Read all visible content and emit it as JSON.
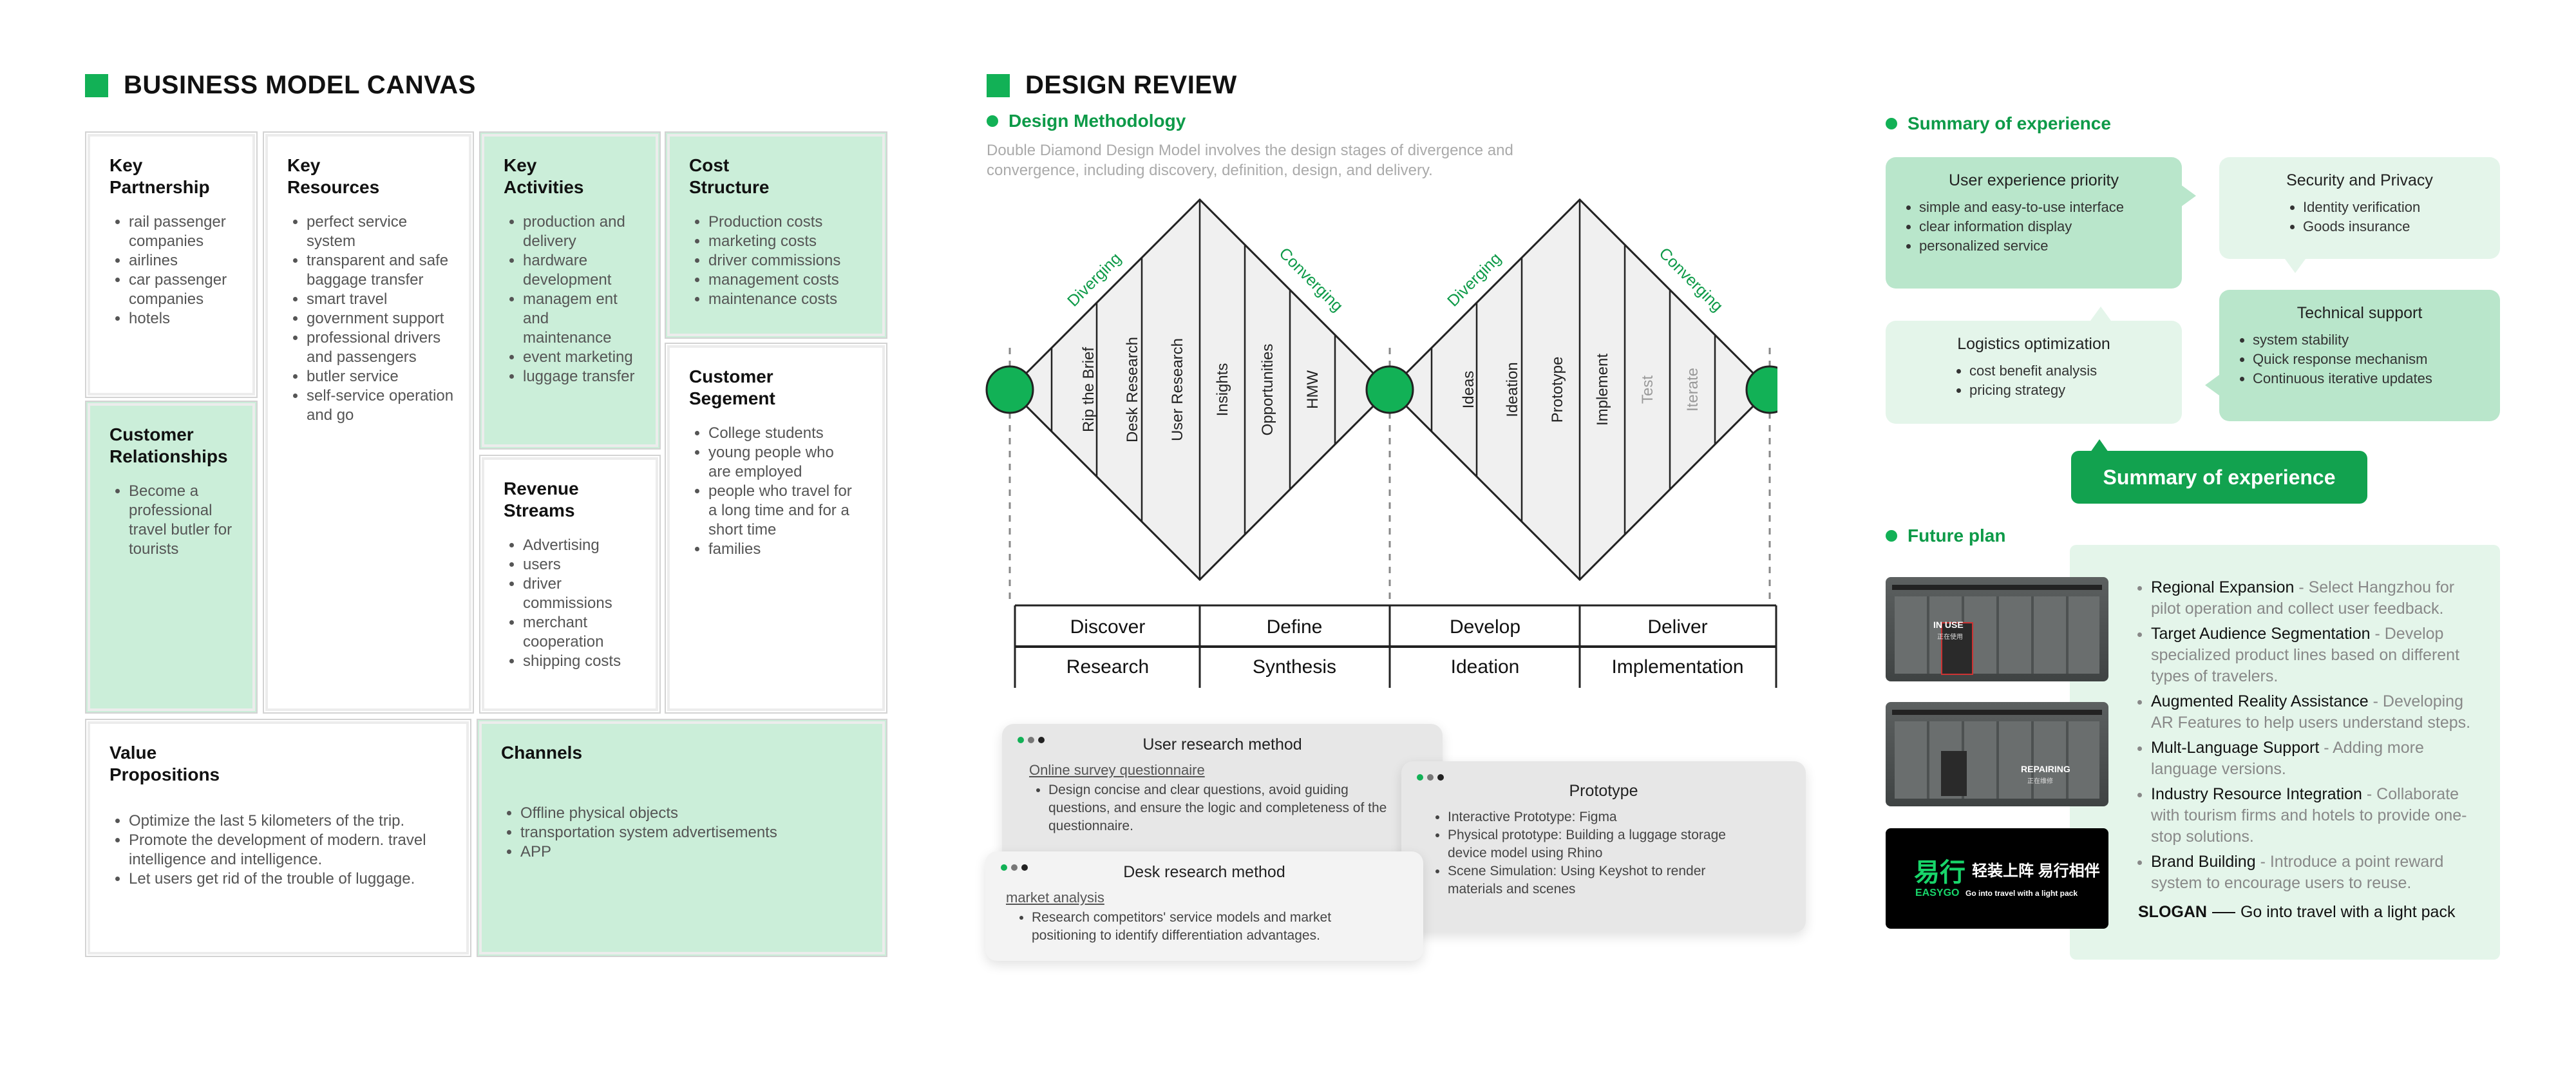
{
  "bmc": {
    "title": "BUSINESS MODEL CANVAS",
    "key_partnership": {
      "title": "Key Partnership",
      "items": [
        "rail passenger companies",
        "airlines",
        "car passenger companies",
        "hotels"
      ]
    },
    "key_resources": {
      "title": "Key Resources",
      "items": [
        "perfect service system",
        "transparent and safe baggage transfer",
        "smart travel",
        "government support",
        "professional drivers and passengers",
        "butler service",
        "self-service operation and go"
      ]
    },
    "key_activities": {
      "title": "Key Activities",
      "items": [
        "production and delivery",
        "hardware development",
        "managem ent and maintenance",
        "event marketing",
        "luggage transfer"
      ]
    },
    "cost_structure": {
      "title": "Cost Structure",
      "items": [
        "Production costs",
        "marketing costs",
        "driver commissions",
        "management costs",
        "maintenance costs"
      ]
    },
    "customer_relationships": {
      "title": "Customer Relationships",
      "items": [
        "Become a professional travel butler for tourists"
      ]
    },
    "revenue_streams": {
      "title": "Revenue Streams",
      "items": [
        "Advertising",
        "users",
        "driver commissions",
        "merchant cooperation",
        "shipping costs"
      ]
    },
    "customer_segement": {
      "title": "Customer Segement",
      "items": [
        "College students",
        "young people who are employed",
        "people who travel for a long time and for a short time",
        "families"
      ]
    },
    "value_propositions": {
      "title": "Value Propositions",
      "items": [
        "Optimize the last 5 kilometers of the trip.",
        "Promote the development of modern. travel intelligence and intelligence.",
        "Let users get rid of the trouble of luggage."
      ]
    },
    "channels": {
      "title": "Channels",
      "items": [
        "Offline physical objects",
        "transportation system advertisements",
        "APP"
      ]
    }
  },
  "design_review": {
    "title": "DESIGN REVIEW",
    "methodology_title": "Design Methodology",
    "methodology_desc": "Double Diamond Design Model involves the design stages of divergence and convergence, including discovery, definition, design, and delivery.",
    "diamond": {
      "labels": [
        "Diverging",
        "Converging",
        "Diverging",
        "Converging"
      ],
      "steps1": [
        "Rip the Brief",
        "Desk Research",
        "User Research",
        "Insights",
        "Opportunities",
        "HMW"
      ],
      "steps2": [
        "Ideas",
        "Ideation",
        "Prototype",
        "Implement",
        "Test",
        "Iterate"
      ],
      "phases": [
        "Discover",
        "Define",
        "Develop",
        "Deliver"
      ],
      "stages": [
        "Research",
        "Synthesis",
        "Ideation",
        "Implementation"
      ]
    },
    "cards": {
      "user_research": {
        "title": "User research method",
        "link": "Online survey questionnaire",
        "items": [
          "Design concise and clear questions, avoid guiding questions, and ensure the logic and completeness of the questionnaire."
        ]
      },
      "desk_research": {
        "title": "Desk research method",
        "link": "market analysis",
        "items": [
          "Research competitors' service models and market positioning to identify differentiation advantages."
        ]
      },
      "prototype": {
        "title": "Prototype",
        "items": [
          "Interactive Prototype: Figma",
          "Physical prototype: Building a luggage storage device model using Rhino",
          "Scene Simulation: Using Keyshot to render materials and scenes"
        ]
      }
    }
  },
  "summary": {
    "title": "Summary of experience",
    "center_label": "Summary of experience",
    "ux": {
      "title": "User experience priority",
      "items": [
        "simple and easy-to-use interface",
        "clear information display",
        "personalized service"
      ]
    },
    "security": {
      "title": "Security and Privacy",
      "items": [
        "Identity verification",
        "Goods insurance"
      ]
    },
    "logistics": {
      "title": "Logistics optimization",
      "items": [
        "cost benefit analysis",
        "pricing strategy"
      ]
    },
    "technical": {
      "title": "Technical support",
      "items": [
        "system stability",
        "Quick response mechanism",
        "Continuous iterative updates"
      ]
    }
  },
  "future": {
    "title": "Future plan",
    "images": {
      "in_use": "IN USE",
      "in_use_cn": "正在使用",
      "repairing": "REPAIRING",
      "repairing_cn": "正在维修",
      "logo_cn": "易行",
      "logo_slogan_cn": "轻装上阵 易行相伴",
      "logo_en": "EASYGO",
      "logo_sub": "Go into travel with a light pack"
    },
    "items": [
      {
        "head": "Regional Expansion",
        "text": " - Select Hangzhou for pilot operation and collect user feedback."
      },
      {
        "head": "Target Audience Segmentation",
        "text": " - Develop specialized product lines based on different types of travelers."
      },
      {
        "head": "Augmented Reality Assistance",
        "text": " - Developing AR Features to help users understand steps."
      },
      {
        "head": "Mult-Language Support",
        "text": " - Adding more language versions."
      },
      {
        "head": "Industry Resource Integration",
        "text": " - Collaborate with tourism firms and hotels to provide one-stop solutions."
      },
      {
        "head": "Brand Building",
        "text": " - Introduce a point reward system to encourage users to reuse."
      }
    ],
    "slogan_label": "SLOGAN",
    "slogan_text": "Go into travel with a light pack"
  },
  "colors": {
    "accent": "#12b156",
    "accent_dark": "#0d9a48",
    "light_green": "#cbeed9",
    "bubble_mid": "#b9e6cb",
    "bubble_light": "#e4f5ea"
  }
}
